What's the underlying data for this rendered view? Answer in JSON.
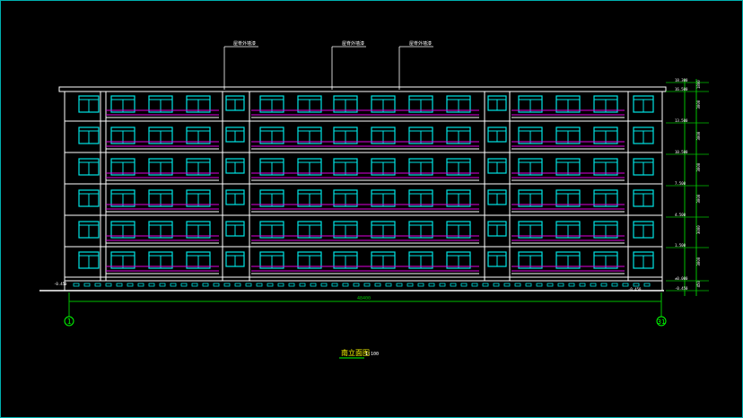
{
  "drawing": {
    "callouts": [
      "屋脊外墙漆",
      "屋脊外墙漆",
      "屋脊外墙漆"
    ],
    "overall_dimension": "48400",
    "axis_left": "1",
    "axis_right": "31",
    "title": "南立面图",
    "scale": "1:100",
    "ground_level_left": "-0.450",
    "ground_level_right": "-0.450",
    "elevation_marks": [
      "18.300",
      "16.500",
      "13.500",
      "10.500",
      "7.500",
      "4.500",
      "1.500",
      "±0.000",
      "-0.450"
    ],
    "floor_heights": [
      "1800",
      "3000",
      "3000",
      "3000",
      "3000",
      "3000",
      "3000",
      "450"
    ]
  },
  "colors": {
    "frame": "#00b0b0",
    "lines": "#ffffff",
    "windows": "#00e5e5",
    "railings": "#e000e0",
    "dimensions": "#00c000",
    "title": "#ffff00",
    "axis": "#00ff00"
  }
}
